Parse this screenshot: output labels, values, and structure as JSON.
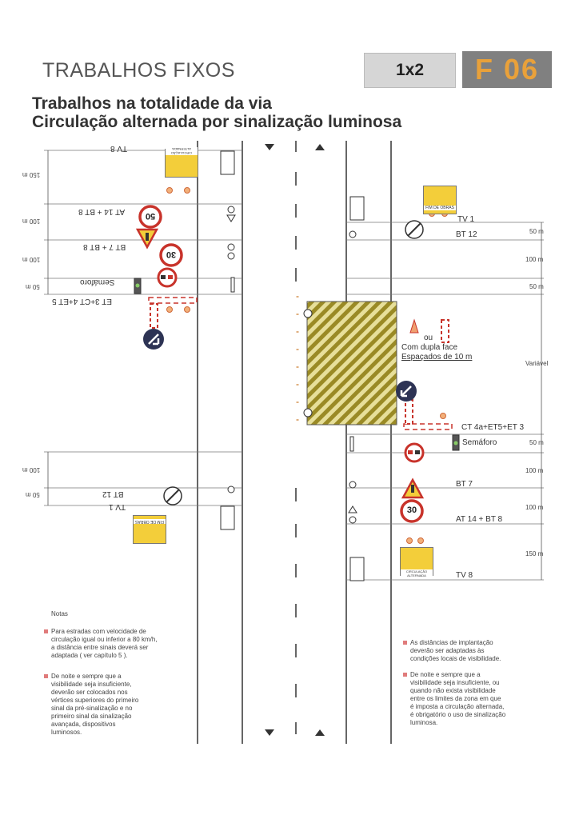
{
  "header": {
    "category": "TRABALHOS FIXOS",
    "ratio": "1x2",
    "code": "F 06",
    "title_line1": "Trabalhos na totalidade da via",
    "title_line2": "Circulação alternada por sinalização luminosa"
  },
  "right_side": {
    "tv1": "TV 1",
    "tv1_sign_text": "FIM DE OBRAS",
    "bt12": "BT 12",
    "cones_ou": "ou",
    "dupla_face": "Com dupla face",
    "espacados": "Espaçados de 10 m",
    "ct": "CT 4a+ET5+ET 3",
    "semaforo": "Semáforo",
    "bt7": "BT 7",
    "speed": "30",
    "at14": "AT 14 + BT 8",
    "tv8": "TV 8",
    "tv8_sign_text": "CIRCULAÇÃO ALTERNADA",
    "distances": [
      "50 m",
      "100 m",
      "50 m",
      "Variável",
      "50 m",
      "100 m",
      "100 m",
      "150 m"
    ]
  },
  "left_side": {
    "tv8": "TV 8",
    "tv8_sign_text": "CIRCULAÇÃO ALTERNADA",
    "at14": "AT 14 + BT 8",
    "speed": "30",
    "speed_top": "50",
    "bt7": "BT 7 + BT 8",
    "semaforo": "Semáforo",
    "et": "ET 3+CT 4+ET 5",
    "bt12": "BT 12",
    "tv1": "TV 1",
    "tv1_sign_text": "FIM DE OBRAS",
    "distances": [
      "150 m",
      "100 m",
      "100 m",
      "50 m",
      "100 m",
      "50 m"
    ]
  },
  "notes": {
    "heading": "Notas",
    "left_1": [
      "Para estradas com velocidade de",
      "circulação igual ou inferior a 80 km/h,",
      "a distância entre sinais deverá ser",
      "adaptada ( ver capítulo 5 )."
    ],
    "left_2": [
      "De noite e sempre que a",
      "visibilidade seja insuficiente,",
      "deverão ser colocados nos",
      "vértices superiores do primeiro",
      "sinal da pré-sinalização e no",
      "primeiro sinal da sinalização",
      "avançada, dispositivos",
      "luminosos."
    ],
    "right_1": [
      "As distâncias de implantação",
      "deverão ser adaptadas às",
      "condições locais de visibilidade."
    ],
    "right_2": [
      "De noite e sempre que a",
      "visibilidade seja insuficiente, ou",
      "quando não exista visibilidade",
      "entre os limites da zona em que",
      "é imposta a circulação alternada,",
      "é obrigatório o uso de sinalização",
      "luminosa."
    ]
  },
  "colors": {
    "warning_yellow": "#f3ce3a",
    "red": "#c8332b",
    "hatch": "#c8b32e",
    "code_orange": "#e9a13a"
  }
}
